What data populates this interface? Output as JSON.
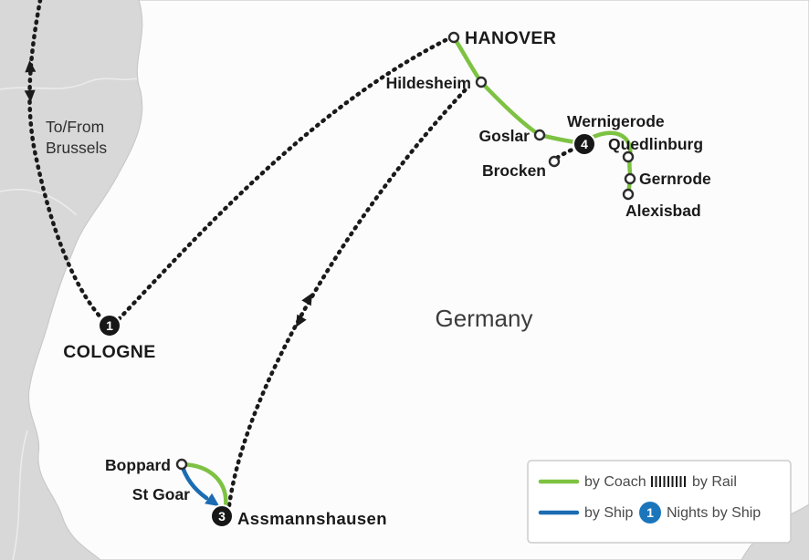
{
  "map": {
    "country_label": "Germany",
    "route_note": {
      "line1": "To/From",
      "line2": "Brussels"
    },
    "cities": {
      "hanover": "HANOVER",
      "hildesheim": "Hildesheim",
      "goslar": "Goslar",
      "brocken": "Brocken",
      "wernigerode": "Wernigerode",
      "quedlinburg": "Quedlinburg",
      "gernrode": "Gernrode",
      "alexisbad": "Alexisbad",
      "cologne": "COLOGNE",
      "boppard": "Boppard",
      "st_goar": "St Goar",
      "assmannshausen": "Assmannshausen"
    },
    "night_badges": {
      "cologne": "1",
      "assmannshausen": "3",
      "wernigerode": "4"
    }
  },
  "legend": {
    "coach_label": "by Coach",
    "rail_label": "by Rail",
    "ship_label": "by Ship",
    "nights_label": "Nights by Ship",
    "nights_badge": "1"
  },
  "colors": {
    "coach": "#7dc242",
    "ship": "#1c6cb3",
    "rail": "#1a1a1a",
    "night_badge": "#171717",
    "ship_night_badge": "#1b75bb",
    "germany_fill": "#fcfcfc",
    "background": "#d8d8d8"
  }
}
